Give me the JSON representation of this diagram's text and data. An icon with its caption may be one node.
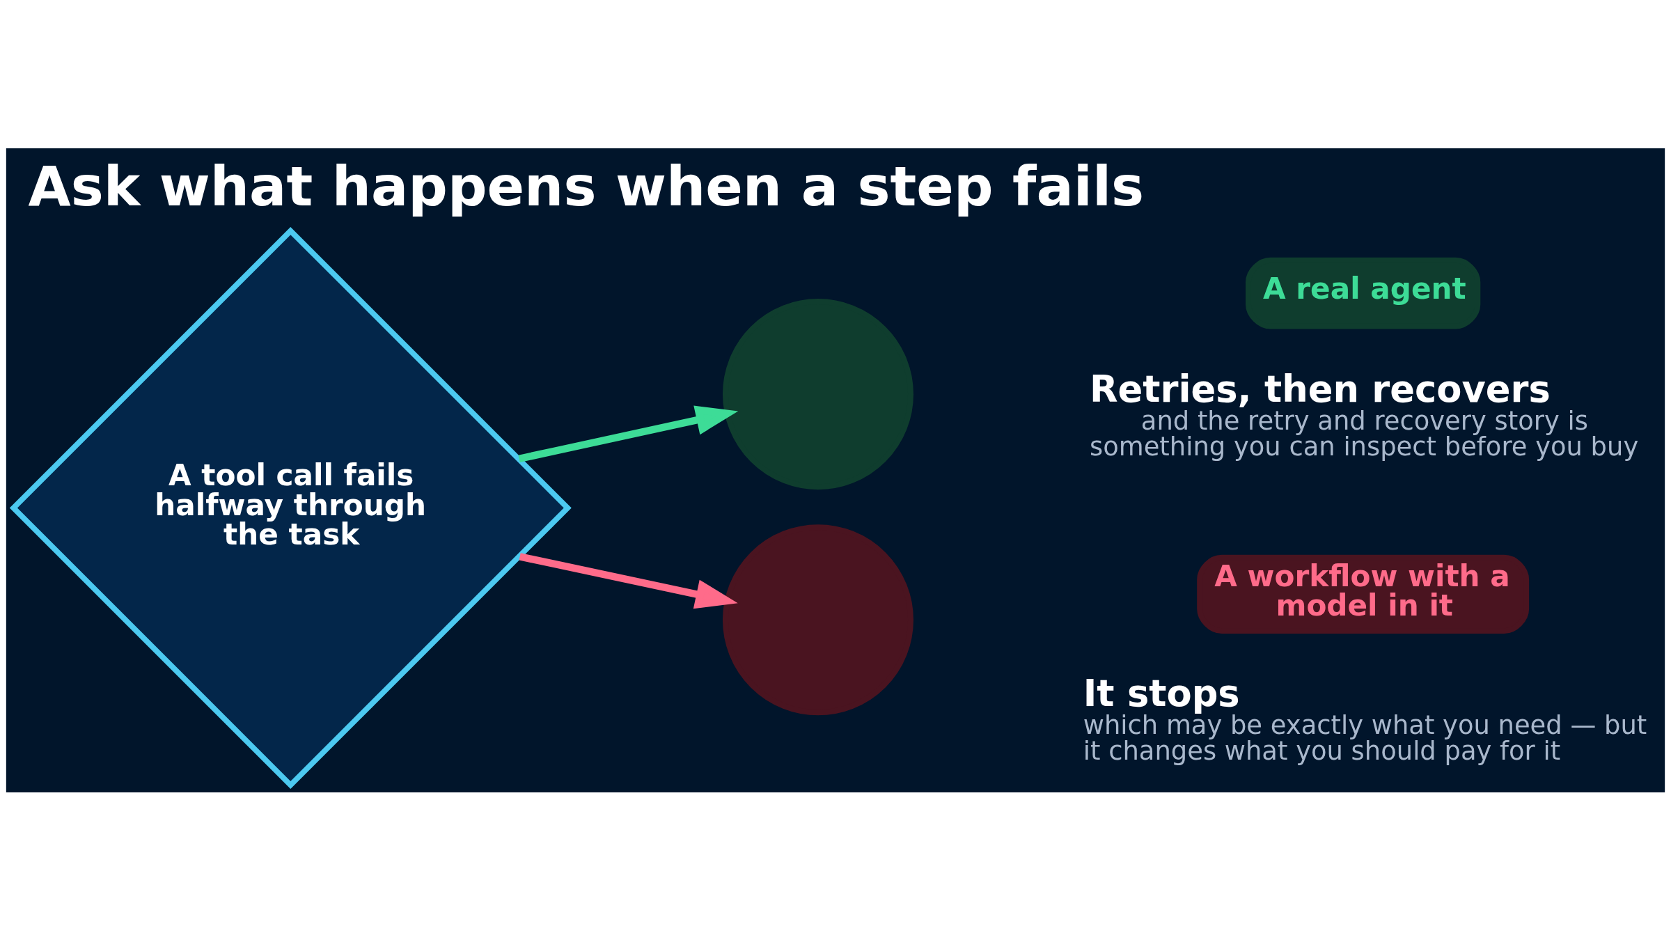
{
  "diagram": {
    "title": "Ask what happens when a step fails",
    "nodes": [
      {
        "text": [
          "A tool call fails halfway through the task"
        ]
      },
      {
        "text": [],
        "shape": "circle",
        "beside": [
          "Retries, then recovers",
          "and the retry and recovery story is something you can inspect before you buy"
        ]
      },
      {
        "text": [
          "A real agent"
        ]
      },
      {
        "text": [],
        "shape": "circle",
        "beside": [
          "It stops",
          "which may be exactly what you need — but it changes what you should pay for it"
        ]
      },
      {
        "text": [
          "A workflow with a model in it"
        ]
      }
    ],
    "edges": [
      {
        "from": 0,
        "to": 1,
        "arrow": "to",
        "color": "#3ddc97"
      },
      {
        "from": 0,
        "to": 3,
        "arrow": "to",
        "color": "#ff6b8a"
      }
    ]
  }
}
